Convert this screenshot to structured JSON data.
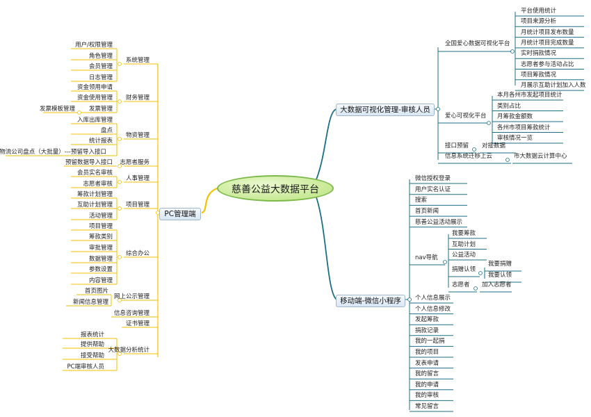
{
  "central": "慈善公益大数据平台",
  "branches": {
    "pc": "PC管理端",
    "bigdata": "大数据可视化管理-审核人员",
    "mobile": "移动端-微信小程序"
  },
  "pc": {
    "system": {
      "label": "系统管理",
      "items": [
        "用户/权限管理",
        "角色管理",
        "会员管理",
        "日志管理"
      ]
    },
    "finance": {
      "label": "财务管理",
      "items": [
        "资金领用申请",
        "资金使用管理",
        "发票管理"
      ],
      "invoice_sub": "发票模板管理"
    },
    "goods": {
      "label": "物资管理",
      "items": [
        "入库出库管理",
        "盘点",
        "统计报表"
      ],
      "logistics": "物流公司盘点（大批量）---预留导入接口"
    },
    "volunteer": {
      "label": "志愿者服务",
      "item": "预留数据导入接口"
    },
    "hr": {
      "label": "人事管理",
      "items": [
        "会员实名审核",
        "志愿者审核"
      ]
    },
    "project": {
      "label": "项目管理",
      "items": [
        "筹款计划管理",
        "互助计划管理",
        "活动管理"
      ]
    },
    "office": {
      "label": "综合办公",
      "items": [
        "项目管理",
        "筹款类别",
        "审批管理",
        "数据管理",
        "参数设置",
        "内容管理"
      ]
    },
    "publicity": {
      "label": "网上公示管理",
      "items": [
        "首页图片",
        "新闻信息管理"
      ]
    },
    "consult": "信息咨询管理",
    "cert": "证书管理",
    "analysis": {
      "label": "大数据分析统计",
      "items": [
        "报表统计",
        "提供帮助",
        "接受帮助",
        "PC端审核人员"
      ]
    }
  },
  "bigdata": {
    "national": {
      "label": "全国爱心数据可视化平台",
      "items": [
        "平台使用统计",
        "项目来源分析",
        "月统计项目发布数量",
        "月统计项目完成数量",
        "实时捐款情况",
        "志愿者参与活动占比",
        "项目筹款情况",
        "月展示互助计划加入人数"
      ]
    },
    "love": {
      "label": "爱心可视化平台",
      "items": [
        "本月各州市发起项目统计",
        "类别占比",
        "月筹款金额数",
        "各州市项目筹款统计",
        "审核情况一览"
      ]
    },
    "interface": {
      "label": "接口预留",
      "item": "对接数据"
    },
    "migrate": {
      "label": "信息系统迁移上云",
      "item": "市大数据云计算中心"
    }
  },
  "mobile": {
    "top_items": [
      "微信授权登录",
      "用户实名认证",
      "搜索",
      "首页新闻",
      "慈善公益活动展示"
    ],
    "nav": {
      "label": "nav导航",
      "items": [
        "我要筹款",
        "互助计划",
        "公益活动"
      ],
      "donate": {
        "label": "捐赠认领",
        "items": [
          "我要捐赠",
          "我要认领"
        ]
      },
      "volunteer": {
        "label": "志愿者",
        "item": "加入志愿者"
      }
    },
    "bottom_items": [
      "个人信息展示",
      "个人信息修改",
      "发起筹款",
      "捐款记录",
      "我的一起捐",
      "我的项目",
      "发表申请",
      "我的留言",
      "我的申请",
      "我的审核",
      "常见留言"
    ]
  },
  "colors": {
    "pc": "#f2c200",
    "bigdata": "#1a6f86",
    "mobile": "#1a6f86",
    "leaf_line": "#1a6f86",
    "pc_leaf_line": "#e8b800"
  }
}
